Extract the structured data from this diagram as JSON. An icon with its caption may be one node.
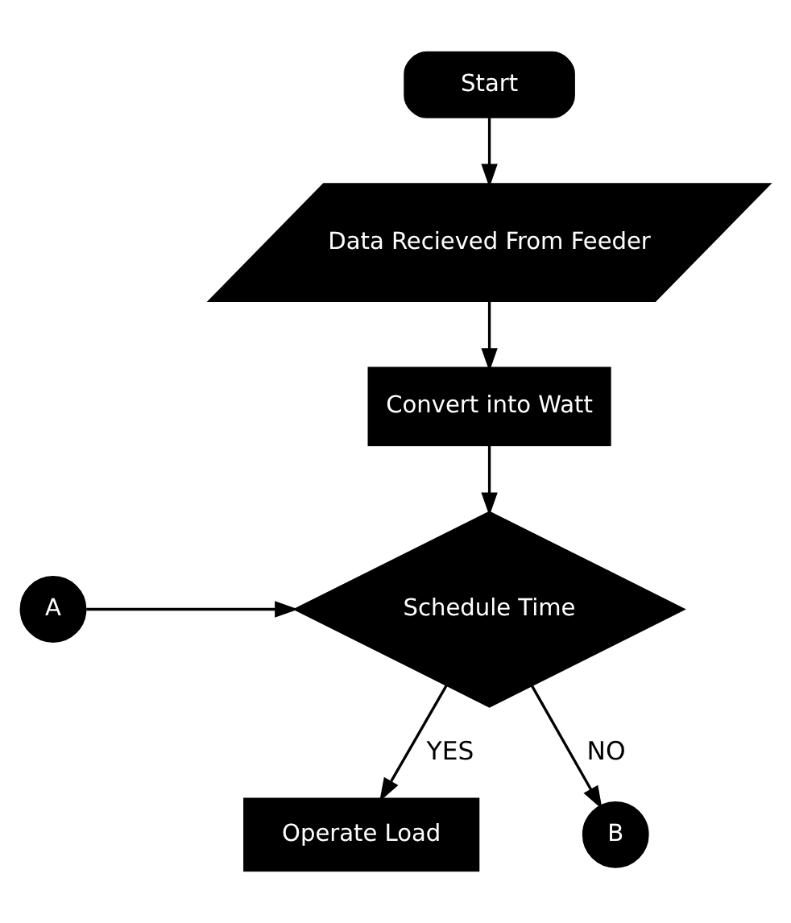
{
  "diagram": {
    "nodes": [
      {
        "text": [
          "Start"
        ]
      },
      {
        "text": [
          "Data Recieved From Feeder"
        ]
      },
      {
        "text": [
          "Convert into Watt"
        ]
      },
      {
        "text": [
          "Schedule Time"
        ]
      },
      {
        "text": [
          "A"
        ]
      },
      {
        "text": [
          "Operate Load"
        ]
      },
      {
        "text": [
          "B"
        ]
      }
    ],
    "edges": [
      {
        "from": 0,
        "to": 1,
        "arrow": "to"
      },
      {
        "from": 1,
        "to": 2,
        "arrow": "to"
      },
      {
        "from": 2,
        "to": 3,
        "arrow": "to"
      },
      {
        "from": 4,
        "to": 3,
        "arrow": "to"
      },
      {
        "from": 3,
        "to": 5,
        "arrow": "to",
        "label": "YES"
      },
      {
        "from": 3,
        "to": 6,
        "arrow": "to",
        "label": "NO"
      }
    ]
  }
}
